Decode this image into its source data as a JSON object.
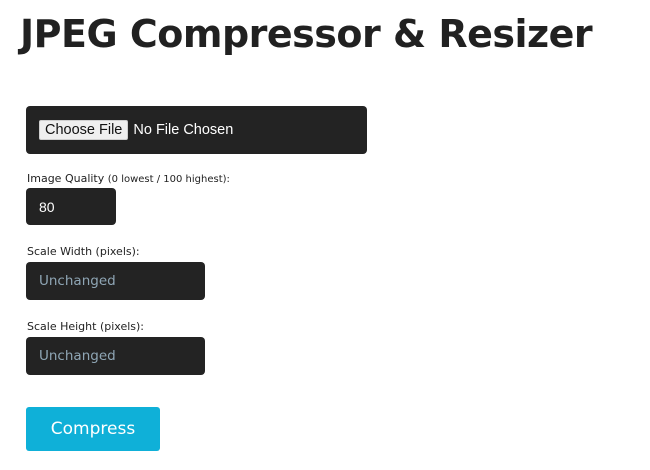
{
  "header": {
    "title": "JPEG Compressor & Resizer"
  },
  "file_input": {
    "button_label": "Choose File",
    "status": "No File Chosen"
  },
  "quality": {
    "label_main": "Image Quality ",
    "label_hint": "(0 lowest / 100 highest):",
    "value": "80"
  },
  "scale_width": {
    "label": "Scale Width (pixels):",
    "placeholder": "Unchanged",
    "value": ""
  },
  "scale_height": {
    "label": "Scale Height (pixels):",
    "placeholder": "Unchanged",
    "value": ""
  },
  "actions": {
    "compress_label": "Compress"
  },
  "colors": {
    "input_background": "#232323",
    "accent": "#0fb0d8",
    "placeholder_text": "#8fa6b5",
    "title_text": "#212121"
  }
}
